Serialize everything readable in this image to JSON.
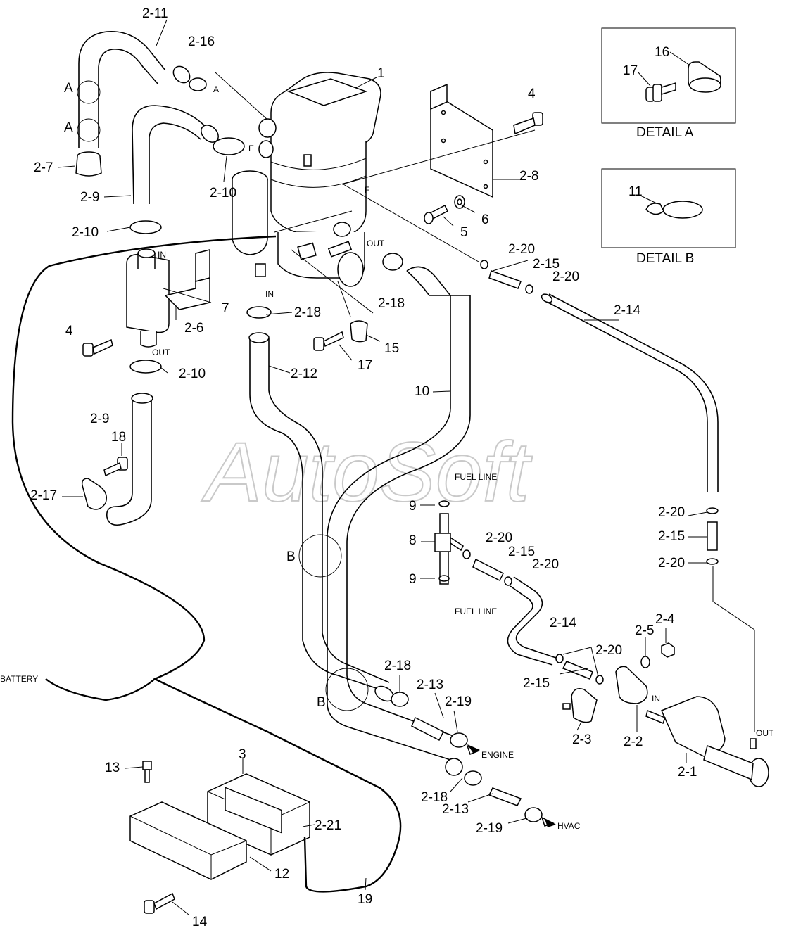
{
  "watermark": "AutoSoft",
  "detail_a": {
    "title": "DETAIL A",
    "labels": [
      "16",
      "17"
    ]
  },
  "detail_b": {
    "title": "DETAIL B",
    "labels": [
      "11"
    ]
  },
  "flow_labels": {
    "in_top": "IN",
    "out_top": "OUT",
    "in_muffler": "IN",
    "out_muffler": "OUT",
    "in_pump": "IN",
    "out_right": "OUT",
    "fuel_line_top": "FUEL LINE",
    "fuel_line_bottom": "FUEL LINE",
    "engine": "ENGINE",
    "hvac": "HVAC",
    "battery": "BATTERY"
  },
  "section_markers": [
    "A",
    "A",
    "A",
    "B",
    "B",
    "E",
    "F"
  ],
  "callouts": [
    "2-11",
    "2-16",
    "1",
    "2-7",
    "2-9",
    "2-10",
    "2-10",
    "4",
    "2-8",
    "6",
    "5",
    "2-20",
    "2-15",
    "2-20",
    "2-14",
    "7",
    "2-6",
    "4",
    "2-18",
    "2-18",
    "15",
    "17",
    "2-10",
    "2-12",
    "10",
    "2-9",
    "18",
    "2-17",
    "9",
    "8",
    "2-20",
    "2-15",
    "2-20",
    "9",
    "2-20",
    "2-15",
    "2-20",
    "2-14",
    "2-20",
    "2-15",
    "2-5",
    "2-4",
    "2-3",
    "2-2",
    "2-1",
    "2-18",
    "2-13",
    "2-19",
    "2-18",
    "2-13",
    "2-19",
    "13",
    "3",
    "2-21",
    "12",
    "19",
    "14"
  ]
}
